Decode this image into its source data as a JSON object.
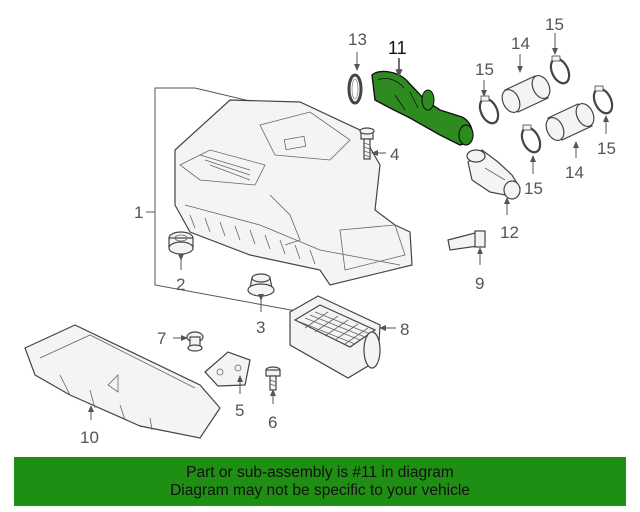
{
  "labels": {
    "l1": "1",
    "l2": "2",
    "l3": "3",
    "l4": "4",
    "l5": "5",
    "l6": "6",
    "l7": "7",
    "l8": "8",
    "l9": "9",
    "l10": "10",
    "l11": "11",
    "l12": "12",
    "l13": "13",
    "l14a": "14",
    "l14b": "14",
    "l15a": "15",
    "l15b": "15",
    "l15c": "15",
    "l15d": "15"
  },
  "highlight_color": "#2e8b1f",
  "banner": {
    "line1": "Part or sub-assembly is #11 in diagram",
    "line2": "Diagram may not be specific to your vehicle",
    "background": "#1f8f13"
  }
}
